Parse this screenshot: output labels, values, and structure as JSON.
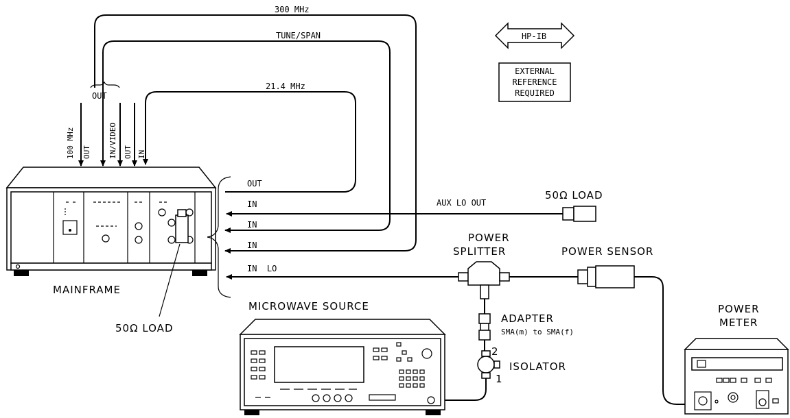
{
  "cables": {
    "mhz300": "300 MHz",
    "tune_span": "TUNE/SPAN",
    "mhz21_4": "21.4 MHz",
    "aux_lo_out": "AUX LO OUT"
  },
  "mainframe_ports": {
    "out_group": "OUT",
    "p100mhz": "100 MHz",
    "p100out": "OUT",
    "in_video": "IN/VIDEO",
    "out2": "OUT",
    "in2": "IN"
  },
  "module_ports": [
    "OUT",
    "IN",
    "IN",
    "IN",
    "IN  LO"
  ],
  "hpib": {
    "label": "HP-IB",
    "note_lines": [
      "EXTERNAL",
      "REFERENCE",
      "REQUIRED"
    ]
  },
  "components": {
    "mainframe": "MAINFRAME",
    "load_top": "50Ω LOAD",
    "load_bottom": "50Ω LOAD",
    "power_splitter_lines": [
      "POWER",
      "SPLITTER"
    ],
    "power_sensor": "POWER SENSOR",
    "microwave_source": "MICROWAVE SOURCE",
    "adapter": "ADAPTER",
    "adapter_sub": "SMA(m) to SMA(f)",
    "isolator": "ISOLATOR",
    "isolator_port2": "2",
    "isolator_port1": "1",
    "power_meter_lines": [
      "POWER",
      "METER"
    ]
  }
}
